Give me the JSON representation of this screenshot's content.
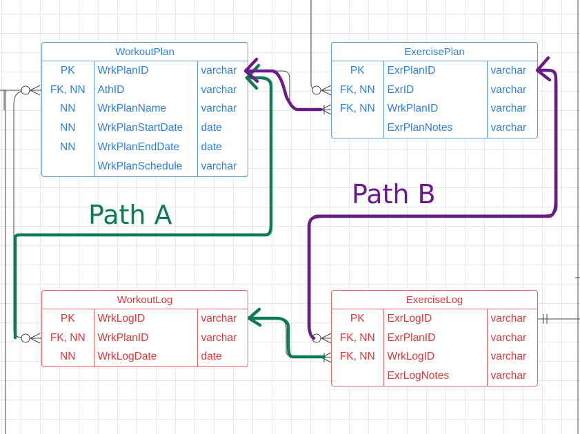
{
  "entities": {
    "workout_plan": {
      "title": "WorkoutPlan",
      "rows": [
        {
          "key": "PK",
          "name": "WrkPlanID",
          "type": "varchar"
        },
        {
          "key": "FK, NN",
          "name": "AthID",
          "type": "varchar"
        },
        {
          "key": "NN",
          "name": "WrkPlanName",
          "type": "varchar"
        },
        {
          "key": "NN",
          "name": "WrkPlanStartDate",
          "type": "date"
        },
        {
          "key": "NN",
          "name": "WrkPlanEndDate",
          "type": "date"
        },
        {
          "key": "",
          "name": "WrkPlanSchedule",
          "type": "varchar"
        }
      ]
    },
    "exercise_plan": {
      "title": "ExercisePlan",
      "rows": [
        {
          "key": "PK",
          "name": "ExrPlanID",
          "type": "varchar"
        },
        {
          "key": "FK, NN",
          "name": "ExrID",
          "type": "varchar"
        },
        {
          "key": "FK, NN",
          "name": "WrkPlanID",
          "type": "varchar"
        },
        {
          "key": "",
          "name": "ExrPlanNotes",
          "type": "varchar"
        }
      ]
    },
    "workout_log": {
      "title": "WorkoutLog",
      "rows": [
        {
          "key": "PK",
          "name": "WrkLogID",
          "type": "varchar"
        },
        {
          "key": "FK, NN",
          "name": "WrkPlanID",
          "type": "varchar"
        },
        {
          "key": "NN",
          "name": "WrkLogDate",
          "type": "date"
        }
      ]
    },
    "exercise_log": {
      "title": "ExerciseLog",
      "rows": [
        {
          "key": "PK",
          "name": "ExrLogID",
          "type": "varchar"
        },
        {
          "key": "FK, NN",
          "name": "ExrPlanID",
          "type": "varchar"
        },
        {
          "key": "FK, NN",
          "name": "WrkLogID",
          "type": "varchar"
        },
        {
          "key": "",
          "name": "ExrLogNotes",
          "type": "varchar"
        }
      ]
    }
  },
  "annotations": {
    "path_a": {
      "label": "Path A",
      "color": "#0b7a55"
    },
    "path_b": {
      "label": "Path B",
      "color": "#6a1b8a"
    }
  },
  "colors": {
    "plan_entity": "#5b9bd5",
    "log_entity": "#e06666",
    "relationship_line": "#333333"
  }
}
